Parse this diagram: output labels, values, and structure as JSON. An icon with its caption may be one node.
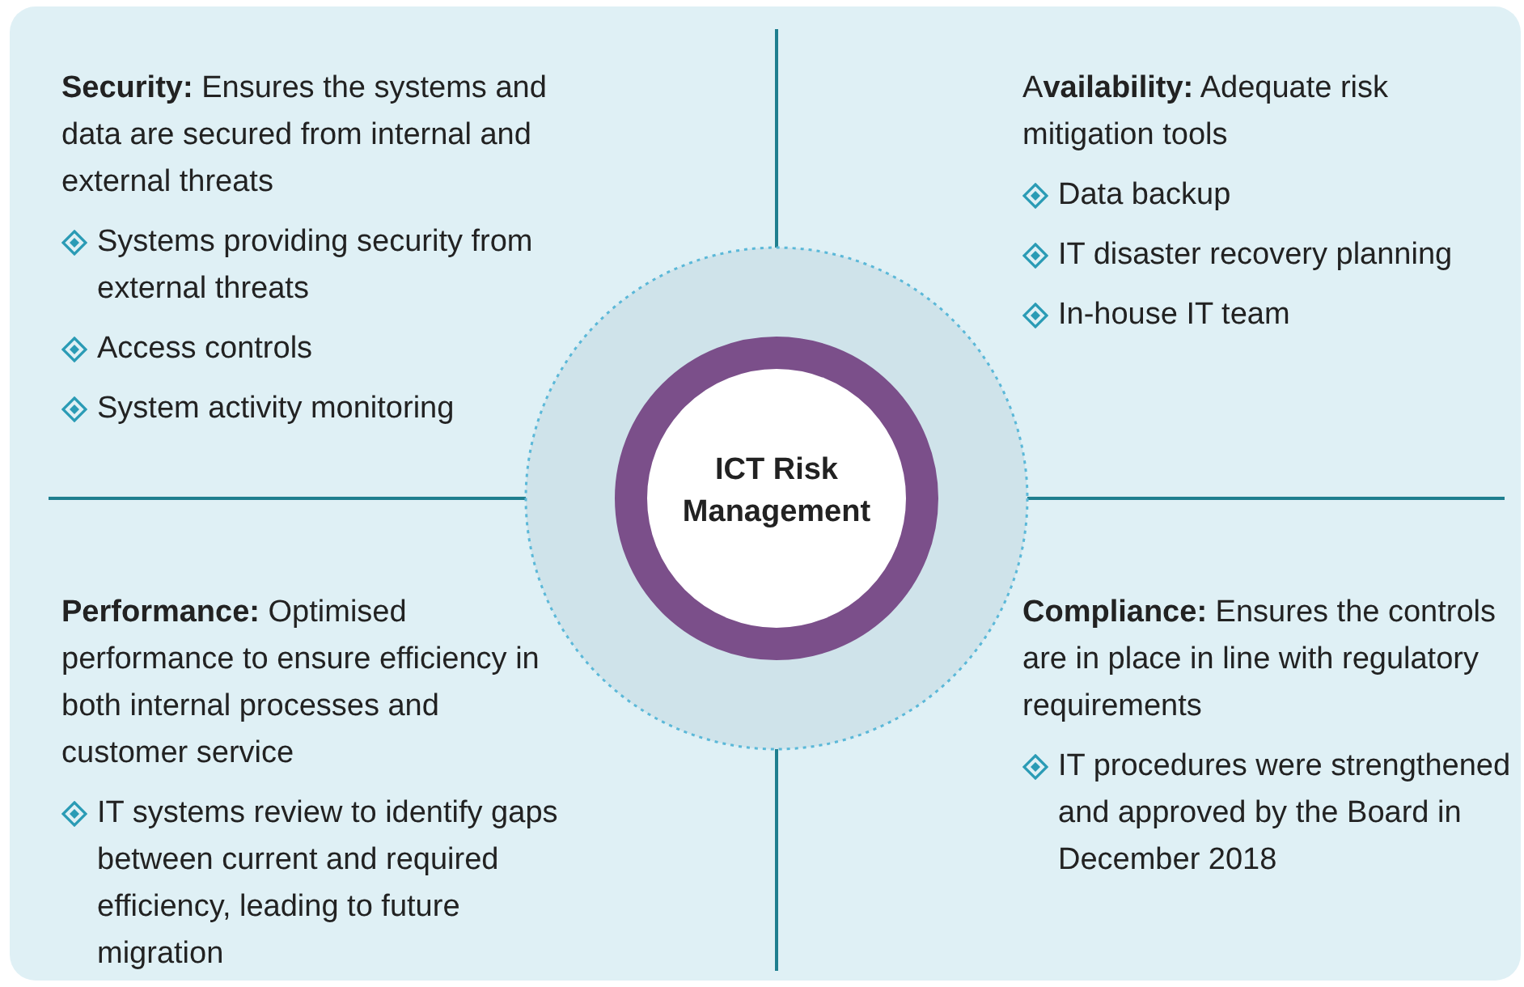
{
  "diagram": {
    "nodes": [
      {
        "text": [
          "**Security:** Ensures the systems and data are secured from internal and external threats",
          "Systems providing security from external threats",
          "Access controls",
          "System activity monitoring"
        ]
      },
      {
        "text": [
          "A**vailability:** Adequate risk mitigation tools",
          "Data backup",
          "IT disaster recovery planning",
          "In-house IT team"
        ]
      },
      {
        "text": [
          "ICT Risk Management"
        ]
      },
      {
        "text": [
          "**Performance:** Optimised performance to ensure efficiency in both internal processes and customer service",
          "IT systems review to identify gaps between current and required efficiency, leading to future migration"
        ]
      },
      {
        "text": [
          "**Compliance:** Ensures the controls are in place in line with regulatory requirements",
          "IT procedures were strengthened and approved by the Board in December 2018"
        ]
      }
    ],
    "edges": []
  }
}
